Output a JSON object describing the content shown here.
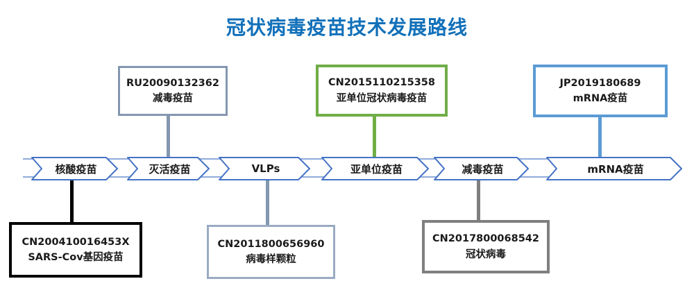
{
  "title": "冠状病毒疫苗技术发展路线",
  "colors": {
    "title_blue": "#1170B9",
    "chevron_border_blue": "#4472C4",
    "band_line_blue": "#8FAADC",
    "green_accent": "#70AD47",
    "light_blue_accent": "#5B9BD5",
    "gray_blue_accent": "#8497B0",
    "gray_accent": "#7F7F7F",
    "black_accent": "#000000"
  },
  "timeline": {
    "stages": [
      {
        "label": "核酸疫苗"
      },
      {
        "label": "灭活疫苗"
      },
      {
        "label": "VLPs"
      },
      {
        "label": "亚单位疫苗"
      },
      {
        "label": "减毒疫苗"
      },
      {
        "label": "mRNA疫苗"
      }
    ]
  },
  "patents": [
    {
      "number": "RU20090132362",
      "type": "减毒疫苗",
      "position": "above",
      "linked_stage": "灭活疫苗",
      "accent": "#8497B0"
    },
    {
      "number": "CN2015110215358",
      "type": "亚单位冠状病毒疫苗",
      "position": "above",
      "linked_stage": "亚单位疫苗",
      "accent": "#70AD47"
    },
    {
      "number": "JP2019180689",
      "type": "mRNA疫苗",
      "position": "above",
      "linked_stage": "mRNA疫苗",
      "accent": "#5B9BD5"
    },
    {
      "number": "CN200410016453X",
      "type": "SARS-Cov基因疫苗",
      "position": "below",
      "linked_stage": "核酸疫苗",
      "accent": "#000000"
    },
    {
      "number": "CN2011800656960",
      "type": "病毒样颗粒",
      "position": "below",
      "linked_stage": "VLPs",
      "accent": "#8497B0"
    },
    {
      "number": "CN2017800068542",
      "type": "冠状病毒",
      "position": "below",
      "linked_stage": "减毒疫苗",
      "accent": "#7F7F7F"
    }
  ]
}
